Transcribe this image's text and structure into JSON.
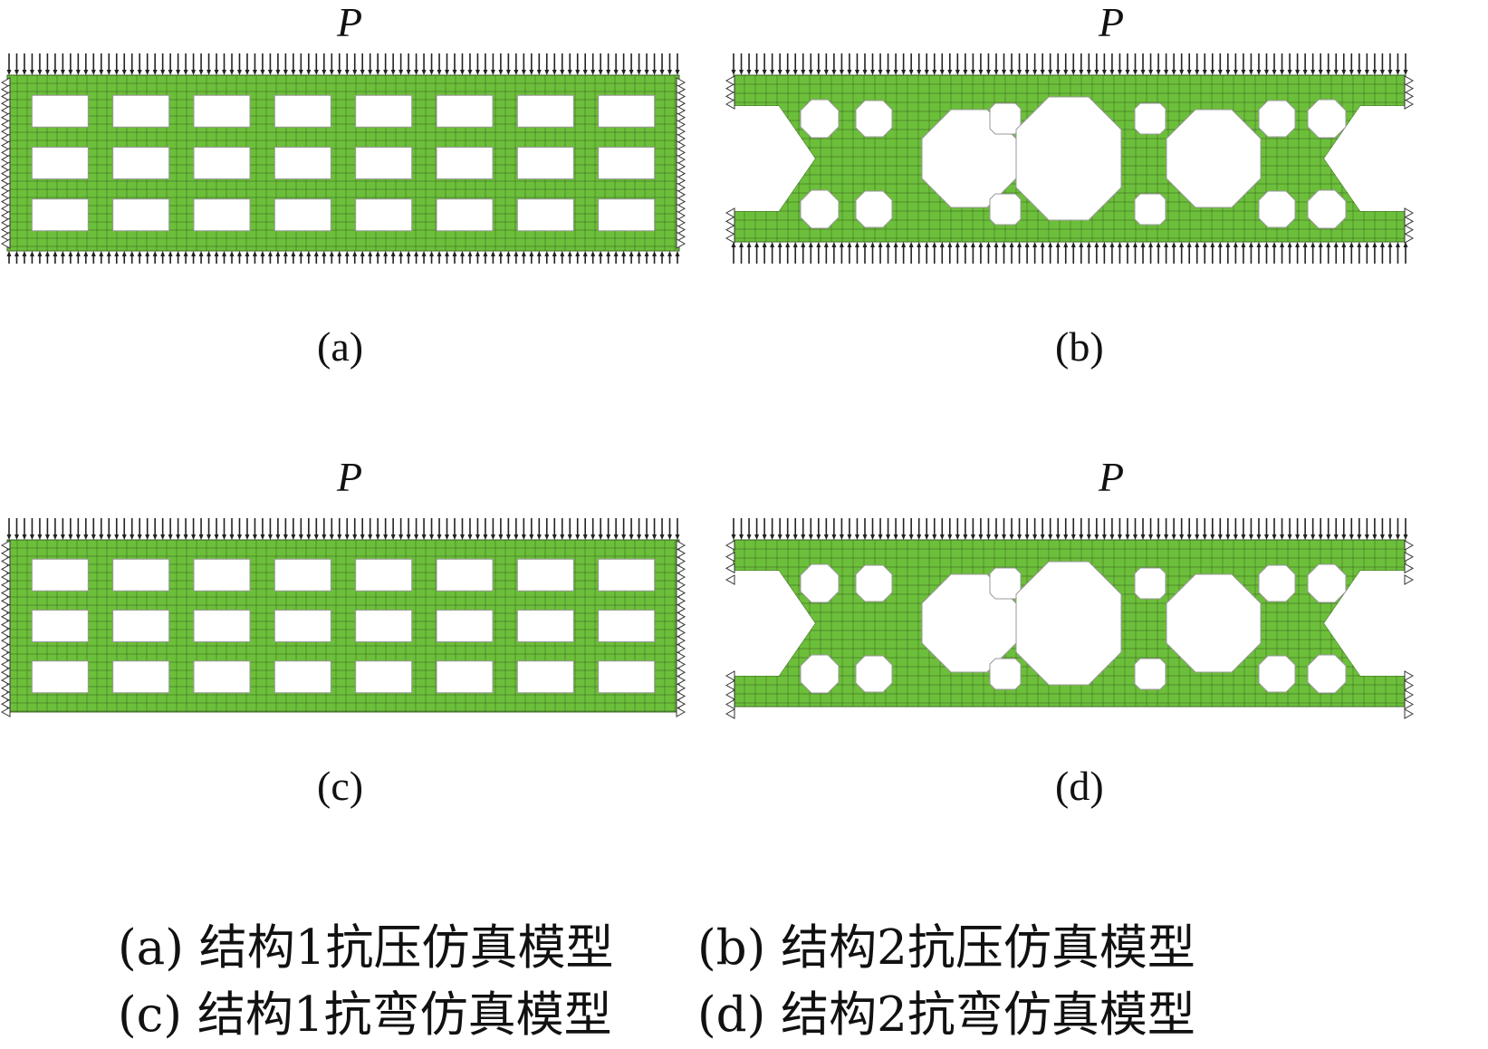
{
  "figure": {
    "colors": {
      "material": "#6cbf3a",
      "mesh": "#2a4a1c",
      "arrow": "#222222",
      "hole": "#ffffff"
    },
    "panels": [
      {
        "id": "a",
        "load_label": "P",
        "sub_label": "(a)",
        "structure": "grid",
        "load_case": "compression"
      },
      {
        "id": "b",
        "load_label": "P",
        "sub_label": "(b)",
        "structure": "octagon",
        "load_case": "compression"
      },
      {
        "id": "c",
        "load_label": "P",
        "sub_label": "(c)",
        "structure": "grid",
        "load_case": "bending"
      },
      {
        "id": "d",
        "load_label": "P",
        "sub_label": "(d)",
        "structure": "octagon",
        "load_case": "bending"
      }
    ],
    "caption": {
      "row1": [
        "(a) 结构1抗压仿真模型",
        "(b) 结构2抗压仿真模型"
      ],
      "row2": [
        "(c) 结构1抗弯仿真模型",
        "(d) 结构2抗弯仿真模型"
      ]
    }
  }
}
